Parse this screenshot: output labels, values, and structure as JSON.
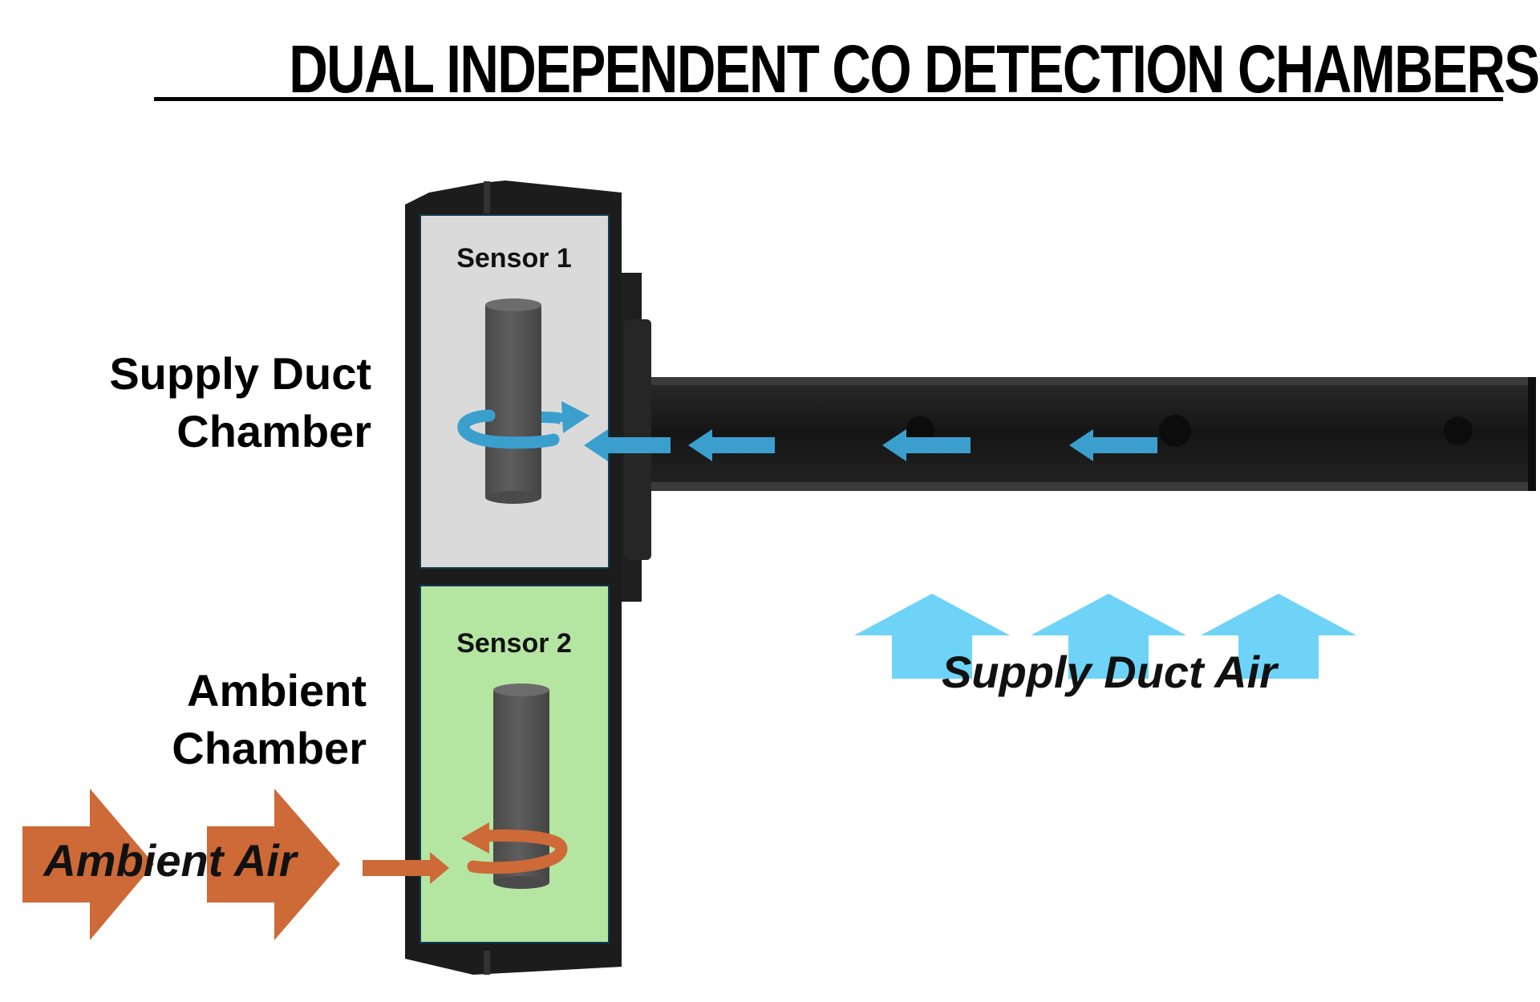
{
  "title": "DUAL INDEPENDENT CO DETECTION CHAMBERS",
  "chambers": {
    "supply": {
      "sensor_label": "Sensor 1",
      "name_line1": "Supply Duct",
      "name_line2": "Chamber"
    },
    "ambient": {
      "sensor_label": "Sensor 2",
      "name_line1": "Ambient",
      "name_line2": "Chamber"
    }
  },
  "airflow": {
    "ambient_label": "Ambient Air",
    "supply_label": "Supply Duct Air"
  },
  "colors": {
    "supply_arrow": "#3b9fcd",
    "supply_big_arrow": "#6fd3f7",
    "ambient_arrow": "#cd6a37",
    "supply_chamber_fill": "#dadada",
    "ambient_chamber_fill": "#b4e6a2",
    "housing": "#1c1c1c",
    "sensor": "#555555"
  },
  "icons": {
    "supply_flow": "arrow-left-icon",
    "ambient_flow": "arrow-right-icon",
    "circulation": "circular-arrow-icon"
  }
}
